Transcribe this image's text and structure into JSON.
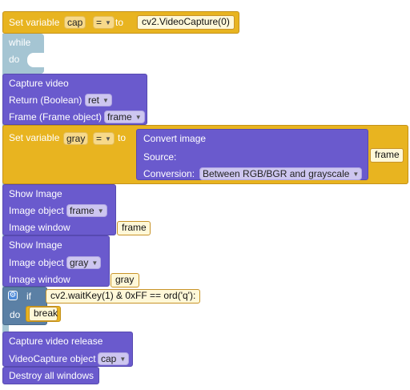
{
  "set_cap": {
    "label": "Set variable",
    "var": "cap",
    "op": "=",
    "to": "to",
    "value": "cv2.VideoCapture(0)"
  },
  "loop": {
    "while": "while",
    "do": "do"
  },
  "capture": {
    "title": "Capture video",
    "return_label": "Return (Boolean)",
    "return_var": "ret",
    "frame_label": "Frame (Frame object)",
    "frame_var": "frame"
  },
  "set_gray": {
    "label": "Set variable",
    "var": "gray",
    "op": "=",
    "to": "to"
  },
  "convert": {
    "title": "Convert image",
    "source_label": "Source:",
    "source_value": "frame",
    "conversion_label": "Conversion:",
    "conversion_value": "Between RGB/BGR and grayscale"
  },
  "show1": {
    "title": "Show Image",
    "object_label": "Image object",
    "object_var": "frame",
    "window_label": "Image window",
    "window_value": "frame"
  },
  "show2": {
    "title": "Show Image",
    "object_label": "Image object",
    "object_var": "gray",
    "window_label": "Image window",
    "window_value": "gray"
  },
  "if_block": {
    "if": "if",
    "condition": "cv2.waitKey(1) & 0xFF == ord('q'):",
    "do": "do",
    "break": "break"
  },
  "release": {
    "title": "Capture video release",
    "object_label": "VideoCapture object",
    "object_var": "cap"
  },
  "destroy": {
    "title": "Destroy all windows"
  },
  "icons": {
    "dropdown": "▼",
    "gear": "⚙"
  },
  "colors": {
    "variables": "#e8b420",
    "loop": "#a5c5d3",
    "loop_controls": "#5b80a5",
    "opencv": "#6a5acd",
    "value_text": "#fff8d8"
  }
}
